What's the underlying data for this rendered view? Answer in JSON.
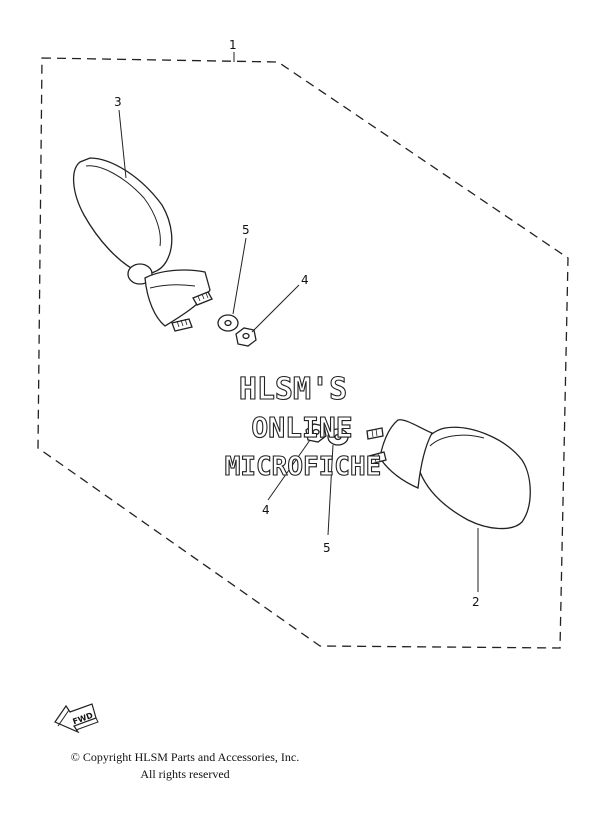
{
  "diagram": {
    "callouts": {
      "c1": "1",
      "c2": "2",
      "c3": "3",
      "c4a": "4",
      "c4b": "4",
      "c5a": "5",
      "c5b": "5"
    },
    "watermark": {
      "line1": "HLSM'S",
      "line2": "ONLINE",
      "line3": "MICROFICHE"
    },
    "fwd_label": "FWD"
  },
  "footer": {
    "copyright": "© Copyright HLSM Parts and Accessories, Inc.",
    "rights": "All rights reserved"
  }
}
